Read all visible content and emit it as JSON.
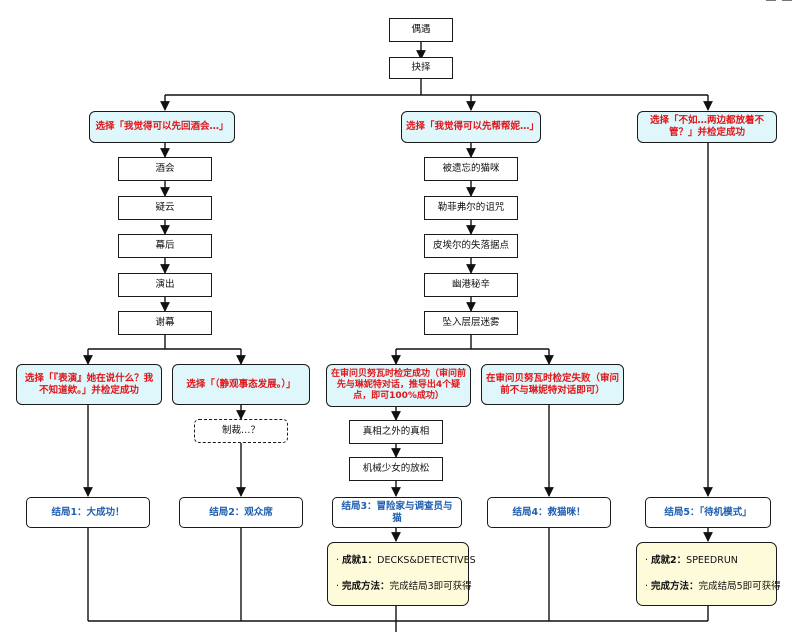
{
  "nodes": {
    "start": "偶遇",
    "choose": "抉择",
    "choice_a": "选择「我觉得可以先回酒会…」",
    "choice_b": "选择「我觉得可以先帮帮妮…」",
    "choice_c": "选择「不如…两边都放着不管？」并检定成功",
    "a1": "酒会",
    "a2": "疑云",
    "a3": "幕后",
    "a4": "演出",
    "a5": "谢幕",
    "b1": "被遗忘的猫咪",
    "b2": "勒菲弗尔的诅咒",
    "b3": "皮埃尔的失落据点",
    "b4": "幽港秘辛",
    "b5": "坠入层层迷雾",
    "choice_a1": "选择「『表演』她在说什么？我不知道欸。」并检定成功",
    "choice_a2": "选择「（静观事态发展。）」",
    "a2_1": "制裁…？",
    "choice_b1": "在审问贝努瓦时检定成功（审问前先与琳妮特对话，推导出4个疑点，即可100%成功）",
    "choice_b2": "在审问贝努瓦时检定失败（审问前不与琳妮特对话即可）",
    "b1_1": "真相之外的真相",
    "b1_2": "机械少女的放松",
    "end1": "结局1：大成功！",
    "end2": "结局2：观众席",
    "end3": "结局3：冒险家与调查员与猫",
    "end4": "结局4：救猫咪！",
    "end5": "结局5：「待机模式」"
  },
  "achievements": {
    "ach1": {
      "name_label": "成就1：",
      "name": "DECKS&DETECTIVES",
      "method_label": "完成方法：",
      "method": "完成结局3即可获得"
    },
    "ach2": {
      "name_label": "成就2：",
      "name": "SPEEDRUN",
      "method_label": "完成方法：",
      "method": "完成结局5即可获得"
    }
  },
  "colors": {
    "choice_bg": "#dff7fb",
    "choice_text": "#e0161b",
    "ending_text": "#1f5fb0",
    "achievement_bg": "#fdfbd9"
  }
}
